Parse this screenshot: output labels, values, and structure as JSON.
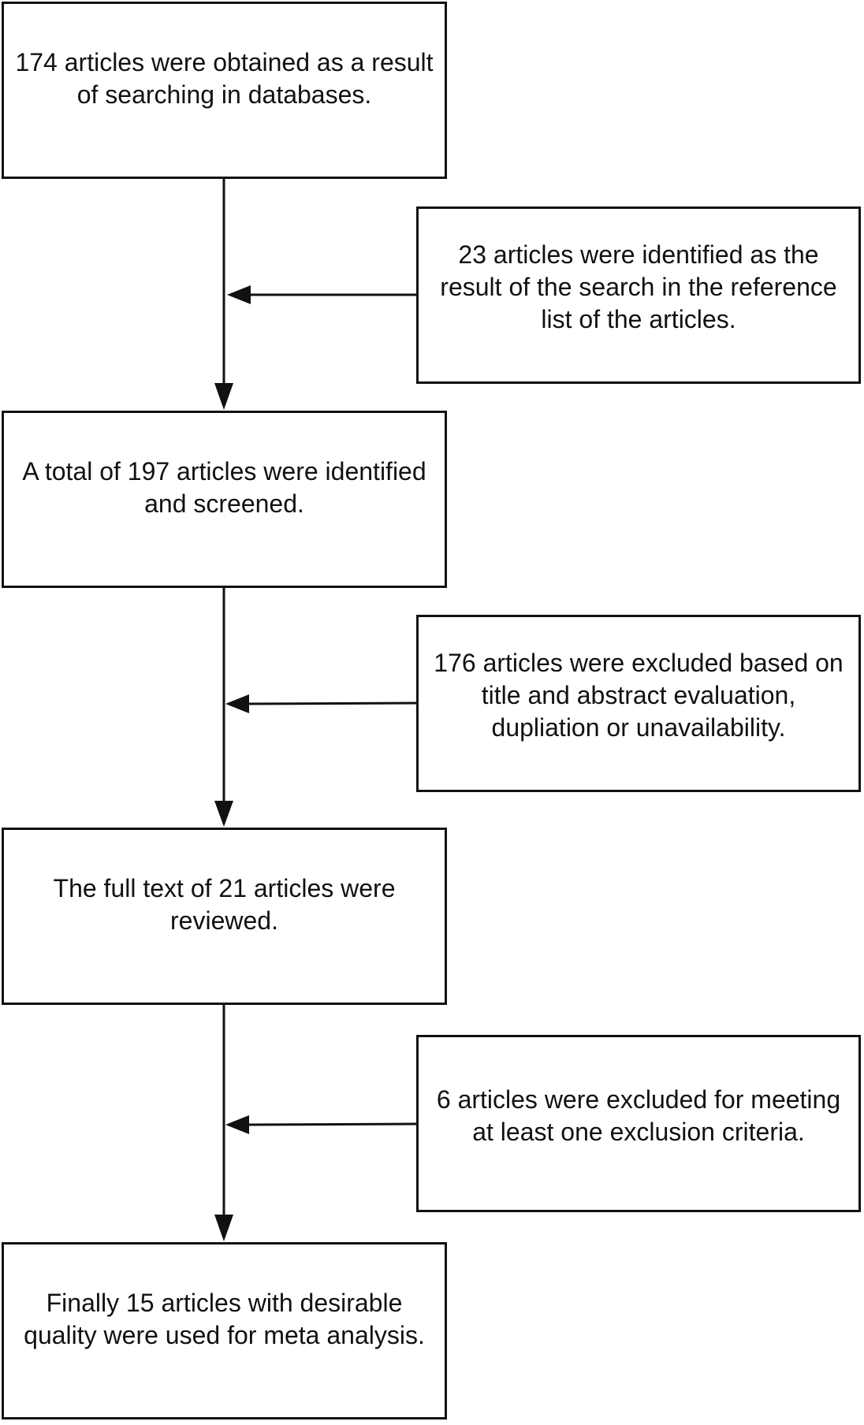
{
  "flowchart": {
    "steps": [
      {
        "text": "174 articles were obtained as a result of searching in databases."
      },
      {
        "text": "A total of 197 articles were identified and screened."
      },
      {
        "text": "The full text of 21 articles  were reviewed."
      },
      {
        "text": "Finally 15 articles with desirable quality were used for meta analysis."
      }
    ],
    "side_notes": [
      {
        "text": "23 articles were identified as the result of the search in the reference list of the articles."
      },
      {
        "text": "176 articles were excluded based on title and abstract evaluation, dupliation or unavailability."
      },
      {
        "text": "6 articles were excluded for meeting at least one exclusion criteria."
      }
    ]
  },
  "colors": {
    "stroke": "#111111",
    "background": "#ffffff"
  }
}
